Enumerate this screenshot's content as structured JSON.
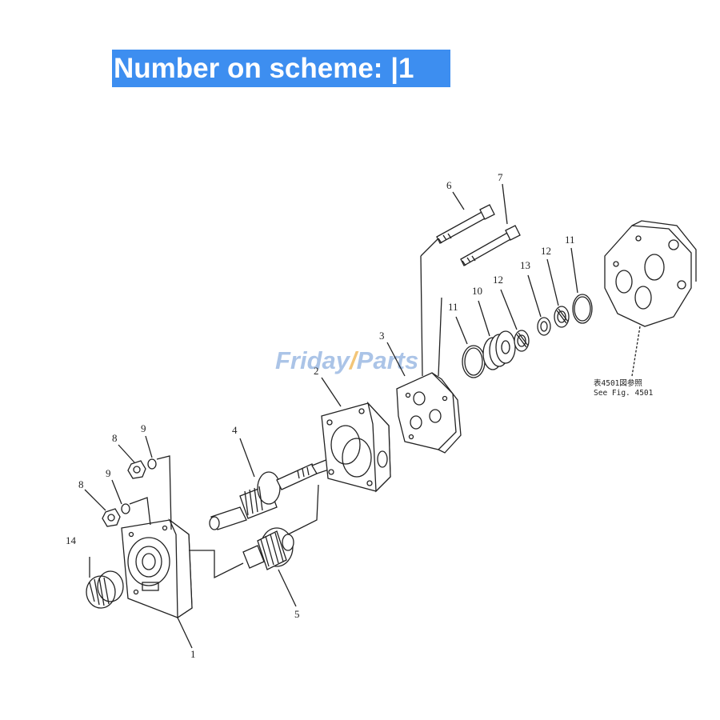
{
  "banner": {
    "text": "Number on scheme: |1",
    "color": "#3d8ef0"
  },
  "watermark": {
    "part1": "Friday",
    "accent": "/",
    "part2": "Parts",
    "color": "#8fb1e0",
    "accent_color": "#f0b24a"
  },
  "callouts": [
    {
      "id": "c1",
      "label": "1"
    },
    {
      "id": "c2",
      "label": "2"
    },
    {
      "id": "c3",
      "label": "3"
    },
    {
      "id": "c4",
      "label": "4"
    },
    {
      "id": "c5",
      "label": "5"
    },
    {
      "id": "c6",
      "label": "6"
    },
    {
      "id": "c7",
      "label": "7"
    },
    {
      "id": "c8a",
      "label": "8"
    },
    {
      "id": "c8b",
      "label": "8"
    },
    {
      "id": "c9a",
      "label": "9"
    },
    {
      "id": "c9b",
      "label": "9"
    },
    {
      "id": "c10",
      "label": "10"
    },
    {
      "id": "c11a",
      "label": "11"
    },
    {
      "id": "c11b",
      "label": "11"
    },
    {
      "id": "c12a",
      "label": "12"
    },
    {
      "id": "c12b",
      "label": "12"
    },
    {
      "id": "c13",
      "label": "13"
    },
    {
      "id": "c14",
      "label": "14"
    }
  ],
  "reference": {
    "line1": "表4501図参照",
    "line2": "See Fig. 4501"
  }
}
